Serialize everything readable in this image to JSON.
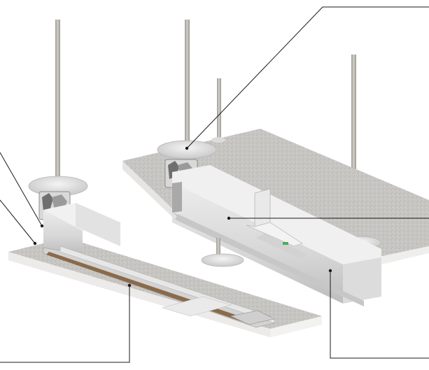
{
  "figure": {
    "background": "#ffffff",
    "colors": {
      "leader": "#1a1a1a",
      "panel_top": "#c9c7c4",
      "panel_edge": "#e9e8e6",
      "rail_light": "#e4e4e4",
      "rail_mid": "#cfcfcf",
      "rail_dark": "#9e9e9e",
      "rod": "#b9b6b0",
      "bronze": "#8a6a4a"
    },
    "callouts": [
      {
        "id": "top-center",
        "target": "hanger-clip-right"
      },
      {
        "id": "right-upper",
        "target": "rail-face-right"
      },
      {
        "id": "right-lower",
        "target": "rail-side-right"
      },
      {
        "id": "bottom-left",
        "target": "channel-left"
      },
      {
        "id": "left-upper",
        "target": "hanger-clip-left"
      },
      {
        "id": "left-lower",
        "target": "panel-edge-left"
      }
    ]
  }
}
